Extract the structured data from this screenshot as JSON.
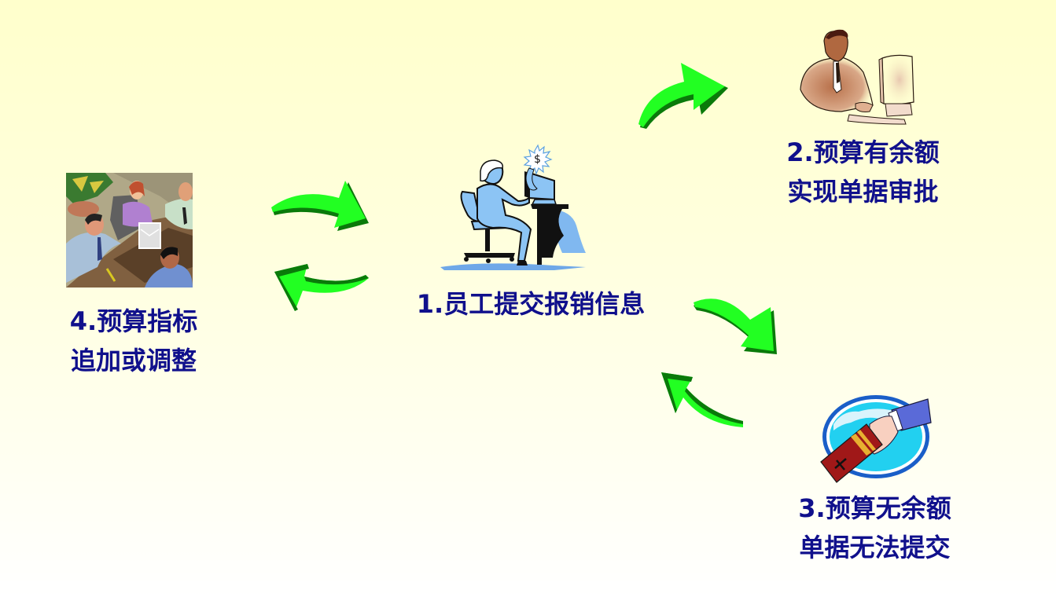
{
  "diagram": {
    "type": "cycle-flow",
    "colors": {
      "background_top": "#FFFFCC",
      "background_bottom": "#FFFFFF",
      "text": "#10108C",
      "arrow_face": "#22FF22",
      "arrow_shadow": "#0A7A0A"
    },
    "nodes": [
      {
        "id": "1",
        "lines": [
          "1.员工提交报销信息"
        ],
        "icon": "woman-at-computer-dollar-icon"
      },
      {
        "id": "2",
        "lines": [
          "2.预算有余额",
          "实现单据审批"
        ],
        "icon": "man-at-computer-icon"
      },
      {
        "id": "3",
        "lines": [
          "3.预算无余额",
          "单据无法提交"
        ],
        "icon": "hand-holding-ticket-icon"
      },
      {
        "id": "4",
        "lines": [
          "4.预算指标",
          "追加或调整"
        ],
        "icon": "business-meeting-icon"
      }
    ],
    "edges": [
      {
        "from": "1",
        "to": "2",
        "icon": "green-curved-arrow-icon"
      },
      {
        "from": "1",
        "to": "3",
        "icon": "green-curved-arrow-icon"
      },
      {
        "from": "3",
        "to": "1",
        "icon": "green-curved-arrow-icon"
      },
      {
        "from": "1",
        "to": "4",
        "icon": "green-curved-arrow-icon"
      },
      {
        "from": "4",
        "to": "1",
        "icon": "green-curved-arrow-icon"
      }
    ]
  }
}
